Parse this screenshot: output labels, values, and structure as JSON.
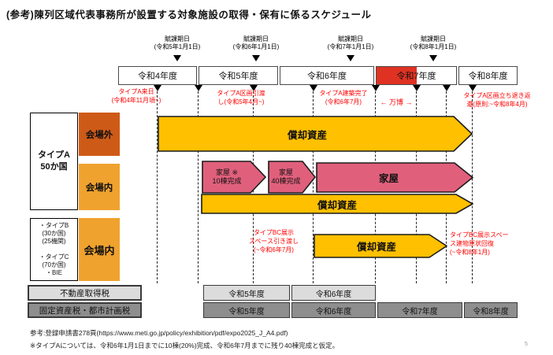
{
  "title": "(参考)陳列区域代表事務所が設置する対象施設の取得・保有に係るスケジュール",
  "timeline": {
    "assessment_label": "賦課期日",
    "assessment_dates": [
      "(令和5年1月1日)",
      "(令和6年1月1日)",
      "(令和7年1月1日)",
      "(令和8年1月1日)"
    ],
    "years": [
      "令和4年度",
      "令和5年度",
      "令和6年度",
      "令和7年度",
      "令和8年度"
    ]
  },
  "annotations": {
    "type_a_arrival": "タイプA来日\n(令和4年11月頃~)",
    "type_a_handover": "タイプA区画引渡\nし(令和5年4月~)",
    "type_a_completion": "タイプA建築完了\n(令和6年7月)",
    "expo_period": "← 万博 →",
    "type_a_return": "タイプA区画立ち退き返\n還(原則:~令和8年4月)",
    "type_bc_handover": "タイプBC展示\nスペース引き渡し\n(~令和6年7月)",
    "type_bc_restoration": "タイプBC展示スペー\nス建物原状回復\n(~令和8年1月)"
  },
  "groups": {
    "type_a": {
      "label": "タイプA\n50か国",
      "venue_outside": "会場外",
      "venue_inside": "会場内"
    },
    "type_bc": {
      "label": "・タイプB\n(30か国)\n(25機関)\n\n・タイプC\n(70か国)\n・BIE",
      "venue_inside": "会場内"
    }
  },
  "bars": {
    "a_outside_assets": "償却資産",
    "houses_10": "家屋 ※\n10棟完成",
    "houses_40": "家屋\n40棟完成",
    "houses_main": "家屋",
    "a_inside_assets": "償却資産",
    "bc_assets": "償却資産"
  },
  "taxes": {
    "acquisition": {
      "label": "不動産取得税",
      "years": [
        "令和5年度",
        "令和6年度"
      ]
    },
    "property": {
      "label": "固定資産税・都市計画税",
      "years": [
        "令和5年度",
        "令和6年度",
        "令和7年度",
        "令和8年度"
      ]
    }
  },
  "footer": {
    "reference": "参考:登録申請書278頁(https://www.meti.go.jp/policy/exhibition/pdf/expo2025_J_A4.pdf)",
    "note": "※タイプAについては、令和6年1月1日までに10棟(20%)完成、令和6年7月までに残り40棟完成と仮定。",
    "page_number": "5"
  },
  "colors": {
    "amber_bar": "#FFC000",
    "pink_bar": "#E0607C",
    "venue_outside_orange": "#CE5A17",
    "venue_inside_orange": "#F0A22E",
    "expo_red": "#E03223",
    "annotation_red": "#FF0000",
    "tax_light_gray": "#DCDCDC",
    "tax_dark_gray": "#8E8E8E"
  }
}
